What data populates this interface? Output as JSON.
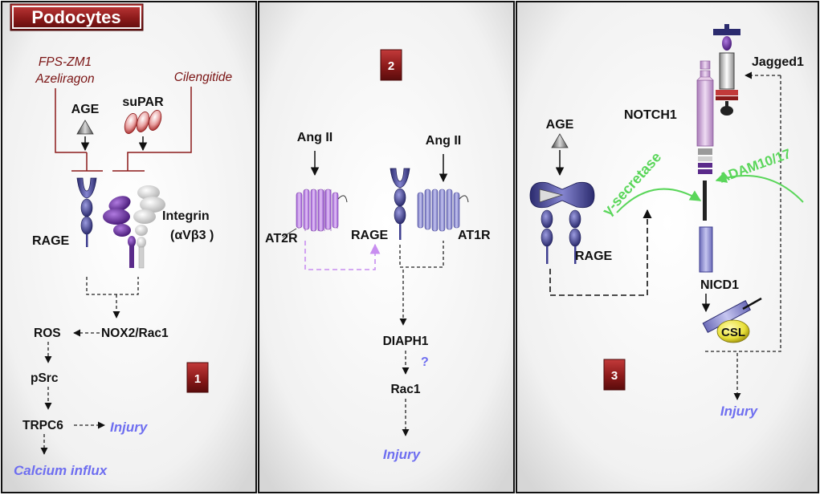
{
  "title": "Podocytes",
  "panel1": {
    "number": "1",
    "inhibitor1_line1": "FPS-ZM1",
    "inhibitor1_line2": "Azeliragon",
    "inhibitor2": "Cilengitide",
    "age": "AGE",
    "supar": "suPAR",
    "rage": "RAGE",
    "integrin": "Integrin",
    "integrin_sub": "(αVβ3 )",
    "nox": "NOX2/Rac1",
    "ros": "ROS",
    "psrc": "pSrc",
    "trpc6": "TRPC6",
    "injury": "Injury",
    "calcium": "Calcium influx"
  },
  "panel2": {
    "number": "2",
    "angii_left": "Ang II",
    "angii_right": "Ang II",
    "at2r": "AT2R",
    "rage": "RAGE",
    "at1r": "AT1R",
    "diaph1": "DIAPH1",
    "question": "?",
    "rac1": "Rac1",
    "injury": "Injury"
  },
  "panel3": {
    "number": "3",
    "age": "AGE",
    "rage": "RAGE",
    "notch1": "NOTCH1",
    "jagged1": "Jagged1",
    "gamma": "γ-secretase",
    "adam": "ADAM10/17",
    "nicd1": "NICD1",
    "csl": "CSL",
    "injury": "Injury"
  },
  "colors": {
    "badge": "#8b1a1a",
    "injury_text": "#6e6ef0",
    "inhibitor_text": "#7a1414",
    "rage_blue": "#3d3d8f",
    "integrin_purple": "#5a2a8a",
    "notch_pink": "#c9a0d6",
    "secretase_green": "#5ad65a",
    "csl_yellow": "#e8e03a"
  }
}
